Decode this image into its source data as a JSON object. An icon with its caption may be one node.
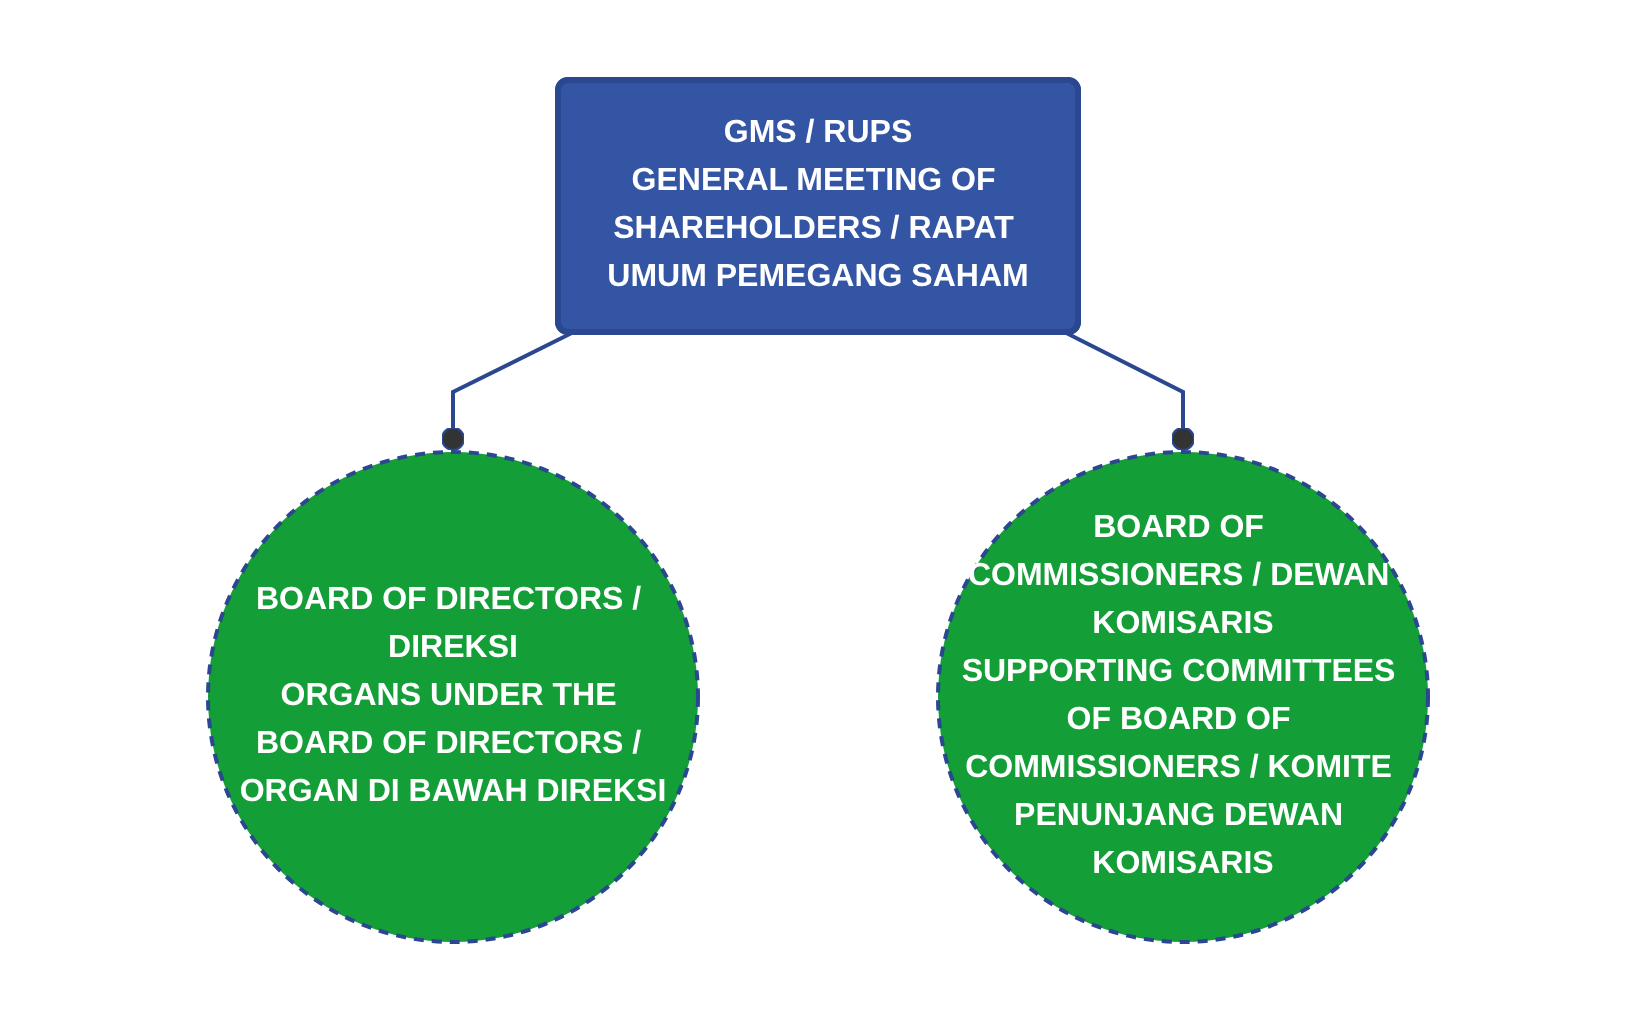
{
  "diagram": {
    "nodes": [
      {
        "text": [
          "GMS / RUPS",
          "GENERAL MEETING OF SHAREHOLDERS / RAPAT UMUM PEMEGANG SAHAM"
        ]
      },
      {
        "text": [
          "BOARD OF DIRECTORS / DIREKSI",
          "ORGANS UNDER THE BOARD OF DIRECTORS / ORGAN DI BAWAH DIREKSI"
        ]
      },
      {
        "text": [
          "BOARD OF COMMISSIONERS / DEWAN KOMISARIS",
          "SUPPORTING COMMITTEES OF BOARD OF COMMISSIONERS / KOMITE PENUNJANG DEWAN KOMISARIS"
        ]
      }
    ],
    "edges": [
      {
        "from": 0,
        "to": 1,
        "arrow": "other"
      },
      {
        "from": 0,
        "to": 2,
        "arrow": "other"
      }
    ]
  }
}
